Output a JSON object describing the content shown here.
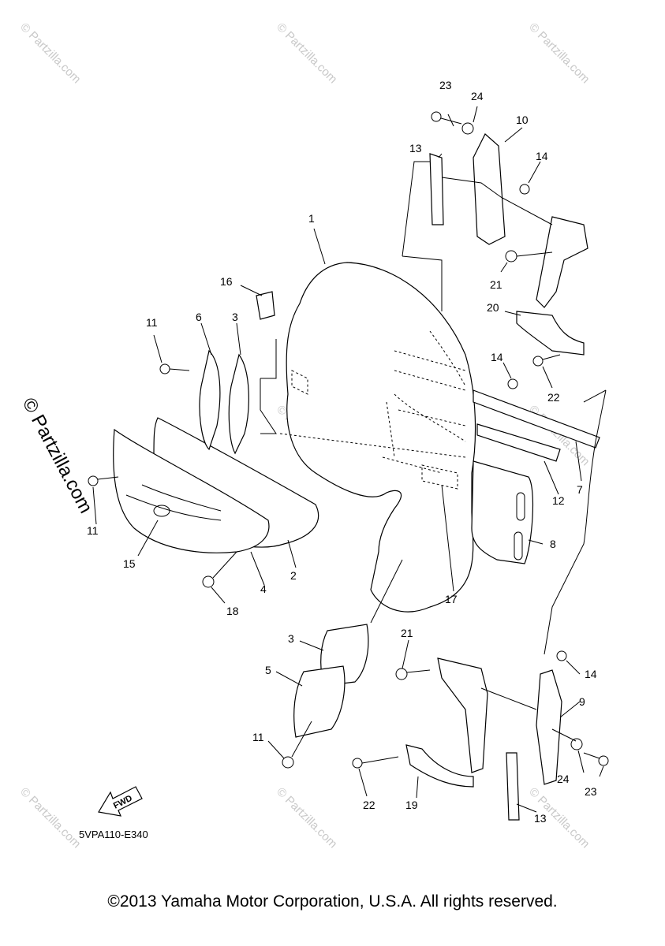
{
  "watermark_text": "© Partzilla.com",
  "side_watermark": "© Partzilla.com",
  "diagram_code": "5VPA110-E340",
  "fwd_label": "FWD",
  "copyright": "©2013 Yamaha Motor Corporation, U.S.A. All rights reserved.",
  "callouts": [
    "1",
    "2",
    "3",
    "3",
    "4",
    "5",
    "6",
    "7",
    "8",
    "9",
    "10",
    "11",
    "11",
    "11",
    "12",
    "13",
    "13",
    "14",
    "14",
    "14",
    "15",
    "16",
    "17",
    "18",
    "19",
    "20",
    "21",
    "21",
    "22",
    "22",
    "23",
    "23",
    "24",
    "24"
  ]
}
